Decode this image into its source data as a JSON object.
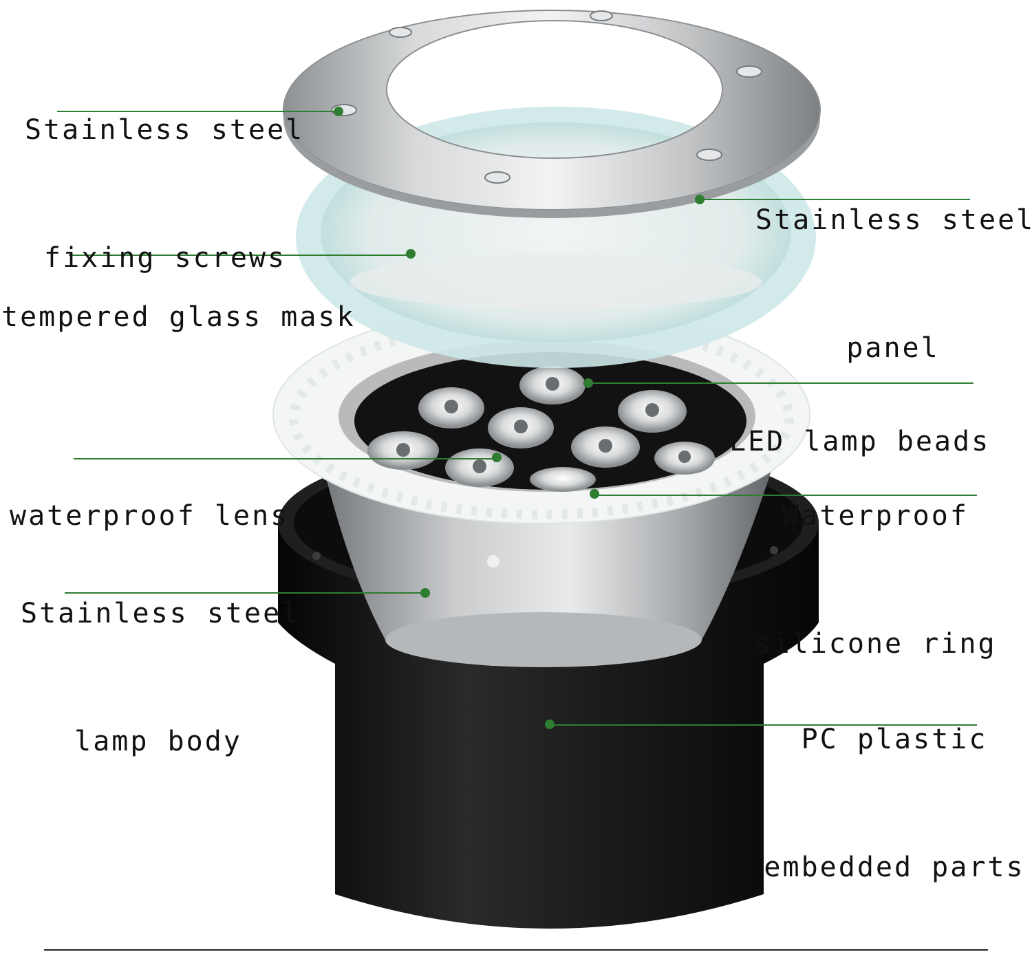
{
  "colors": {
    "leader": "#2e7d32",
    "text": "#111111",
    "steel": "#b9bcbf",
    "glass": "#cde8e7",
    "silicone": "#f4f6f6",
    "plastic": "#141414"
  },
  "labels": {
    "fixing_screws": {
      "line1": "Stainless steel",
      "line2": "fixing screws"
    },
    "panel": {
      "line1": "Stainless steel",
      "line2": "panel"
    },
    "glass_mask": {
      "line1": "tempered glass mask"
    },
    "led_beads": {
      "line1": "LED lamp beads"
    },
    "lens": {
      "line1": "waterproof lens"
    },
    "silicone_ring": {
      "line1": "Waterproof",
      "line2": "silicone ring"
    },
    "lamp_body": {
      "line1": "Stainless steel",
      "line2": "lamp body"
    },
    "pc_parts": {
      "line1": "PC plastic",
      "line2": "embedded parts"
    }
  }
}
